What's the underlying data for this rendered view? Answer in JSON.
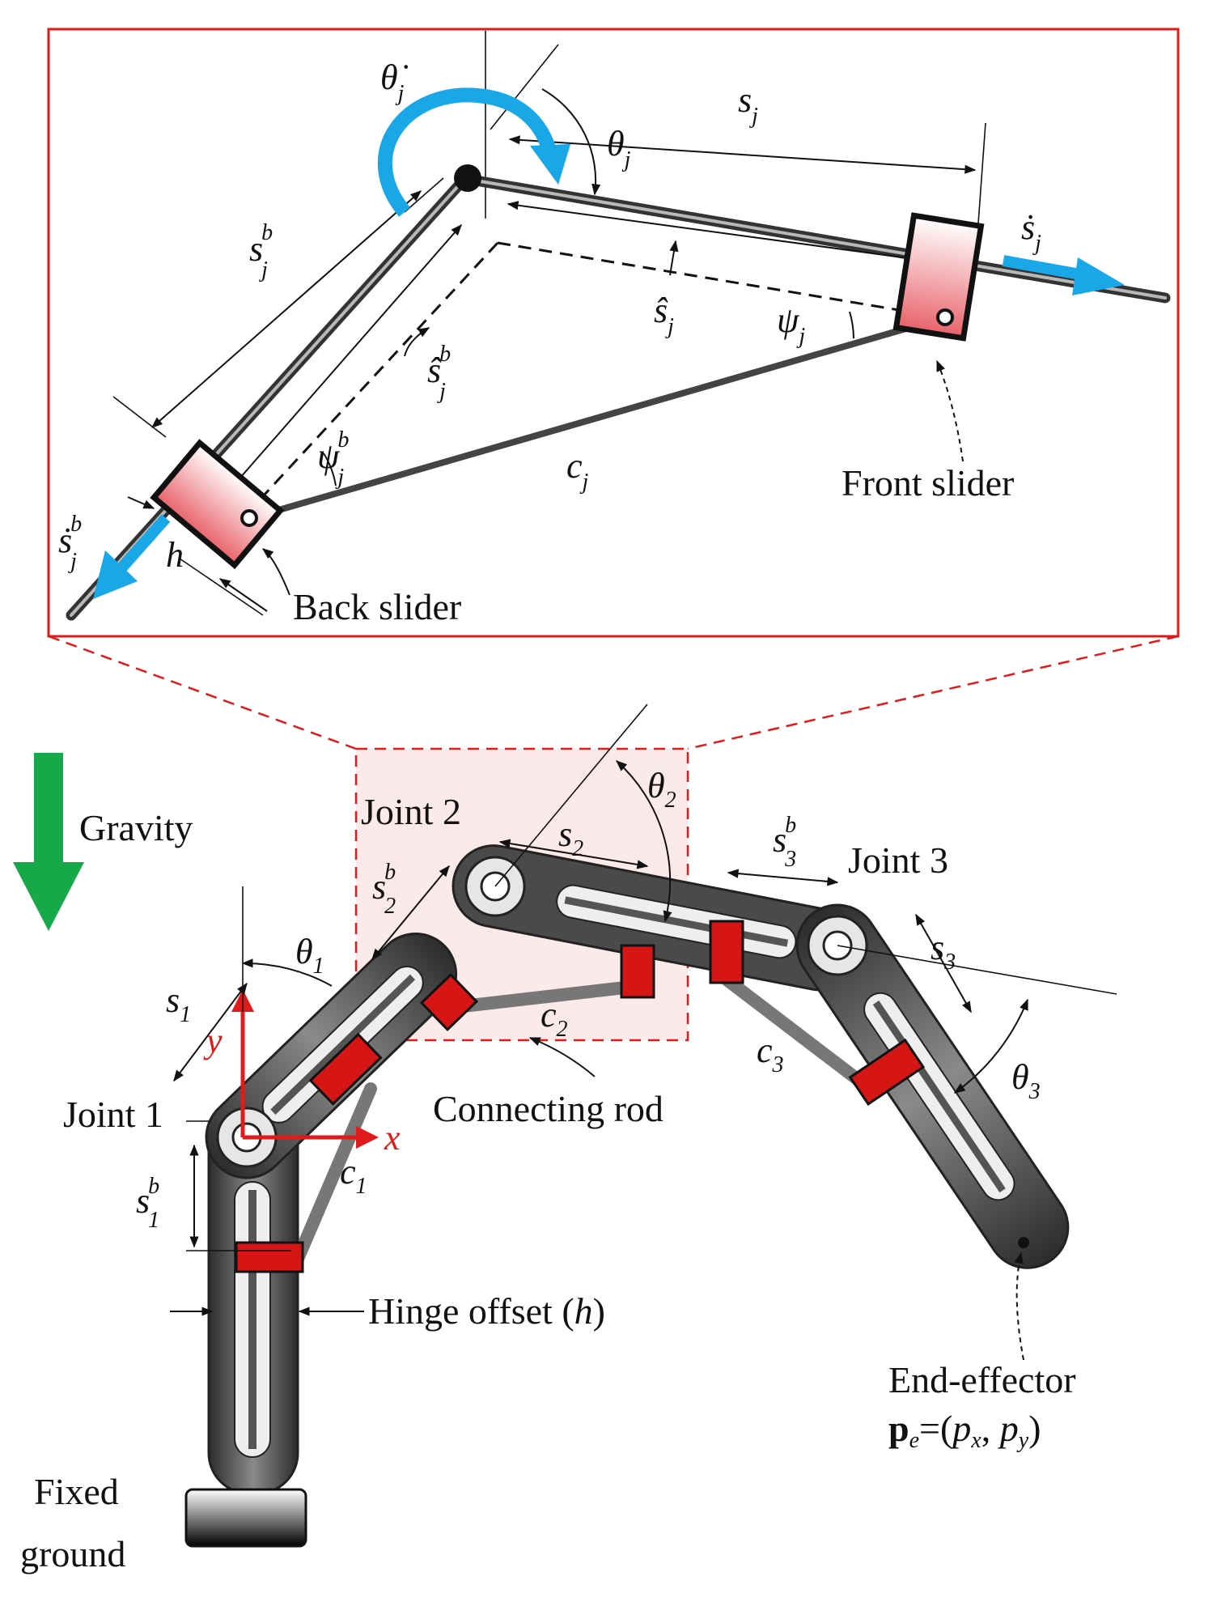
{
  "detail": {
    "labels": {
      "theta_dot": "θ̇",
      "theta_dot_sub": "j",
      "theta": "θ",
      "theta_sub": "j",
      "s": "s",
      "s_sub": "j",
      "s_dot": "ṡ",
      "s_dot_sub": "j",
      "s_b": "s",
      "s_b_sup": "b",
      "s_b_sub": "j",
      "s_hat": "ŝ",
      "s_hat_sub": "j",
      "s_hat_b": "ŝ",
      "s_hat_b_sup": "b",
      "s_hat_b_sub": "j",
      "psi": "ψ",
      "psi_sub": "j",
      "psi_b": "ψ",
      "psi_b_sup": "b",
      "psi_b_sub": "j",
      "c": "c",
      "c_sub": "j",
      "s_dot_b": "ṡ",
      "s_dot_b_sup": "b",
      "s_dot_b_sub": "j",
      "h": "h",
      "front_slider": "Front slider",
      "back_slider": "Back slider"
    }
  },
  "robot": {
    "gravity": "Gravity",
    "joint1": "Joint 1",
    "joint2": "Joint 2",
    "joint3": "Joint 3",
    "connecting_rod": "Connecting rod",
    "hinge_offset_text": "Hinge offset (",
    "hinge_offset_h": "h",
    "hinge_offset_close": ")",
    "end_effector": "End-effector",
    "pe_bold": "p",
    "pe_sub": "e",
    "pe_rest": "=(",
    "px": "p",
    "px_sub": "x",
    "comma": ", ",
    "py": "p",
    "py_sub": "y",
    "pe_close": ")",
    "fixed": "Fixed",
    "ground": "ground",
    "x_axis": "x",
    "y_axis": "y",
    "theta1": "θ",
    "theta1_sub": "1",
    "theta2": "θ",
    "theta2_sub": "2",
    "theta3": "θ",
    "theta3_sub": "3",
    "s1": "s",
    "s1_sub": "1",
    "s2": "s",
    "s2_sub": "2",
    "s3": "s",
    "s3_sub": "3",
    "s1b": "s",
    "s1b_sup": "b",
    "s1b_sub": "1",
    "s2b": "s",
    "s2b_sup": "b",
    "s2b_sub": "2",
    "s3b": "s",
    "s3b_sup": "b",
    "s3b_sub": "3",
    "c1": "c",
    "c1_sub": "1",
    "c2": "c",
    "c2_sub": "2",
    "c3": "c",
    "c3_sub": "3"
  },
  "colors": {
    "frame_red": "#e01b1b",
    "slider_red": "#d61515",
    "arrow_blue": "#1aa7e8",
    "gravity_green": "#17a84a",
    "link_dark": "#3a3a3a",
    "link_light": "#d6d6d6",
    "zoom_fill": "#fbe3e3"
  }
}
